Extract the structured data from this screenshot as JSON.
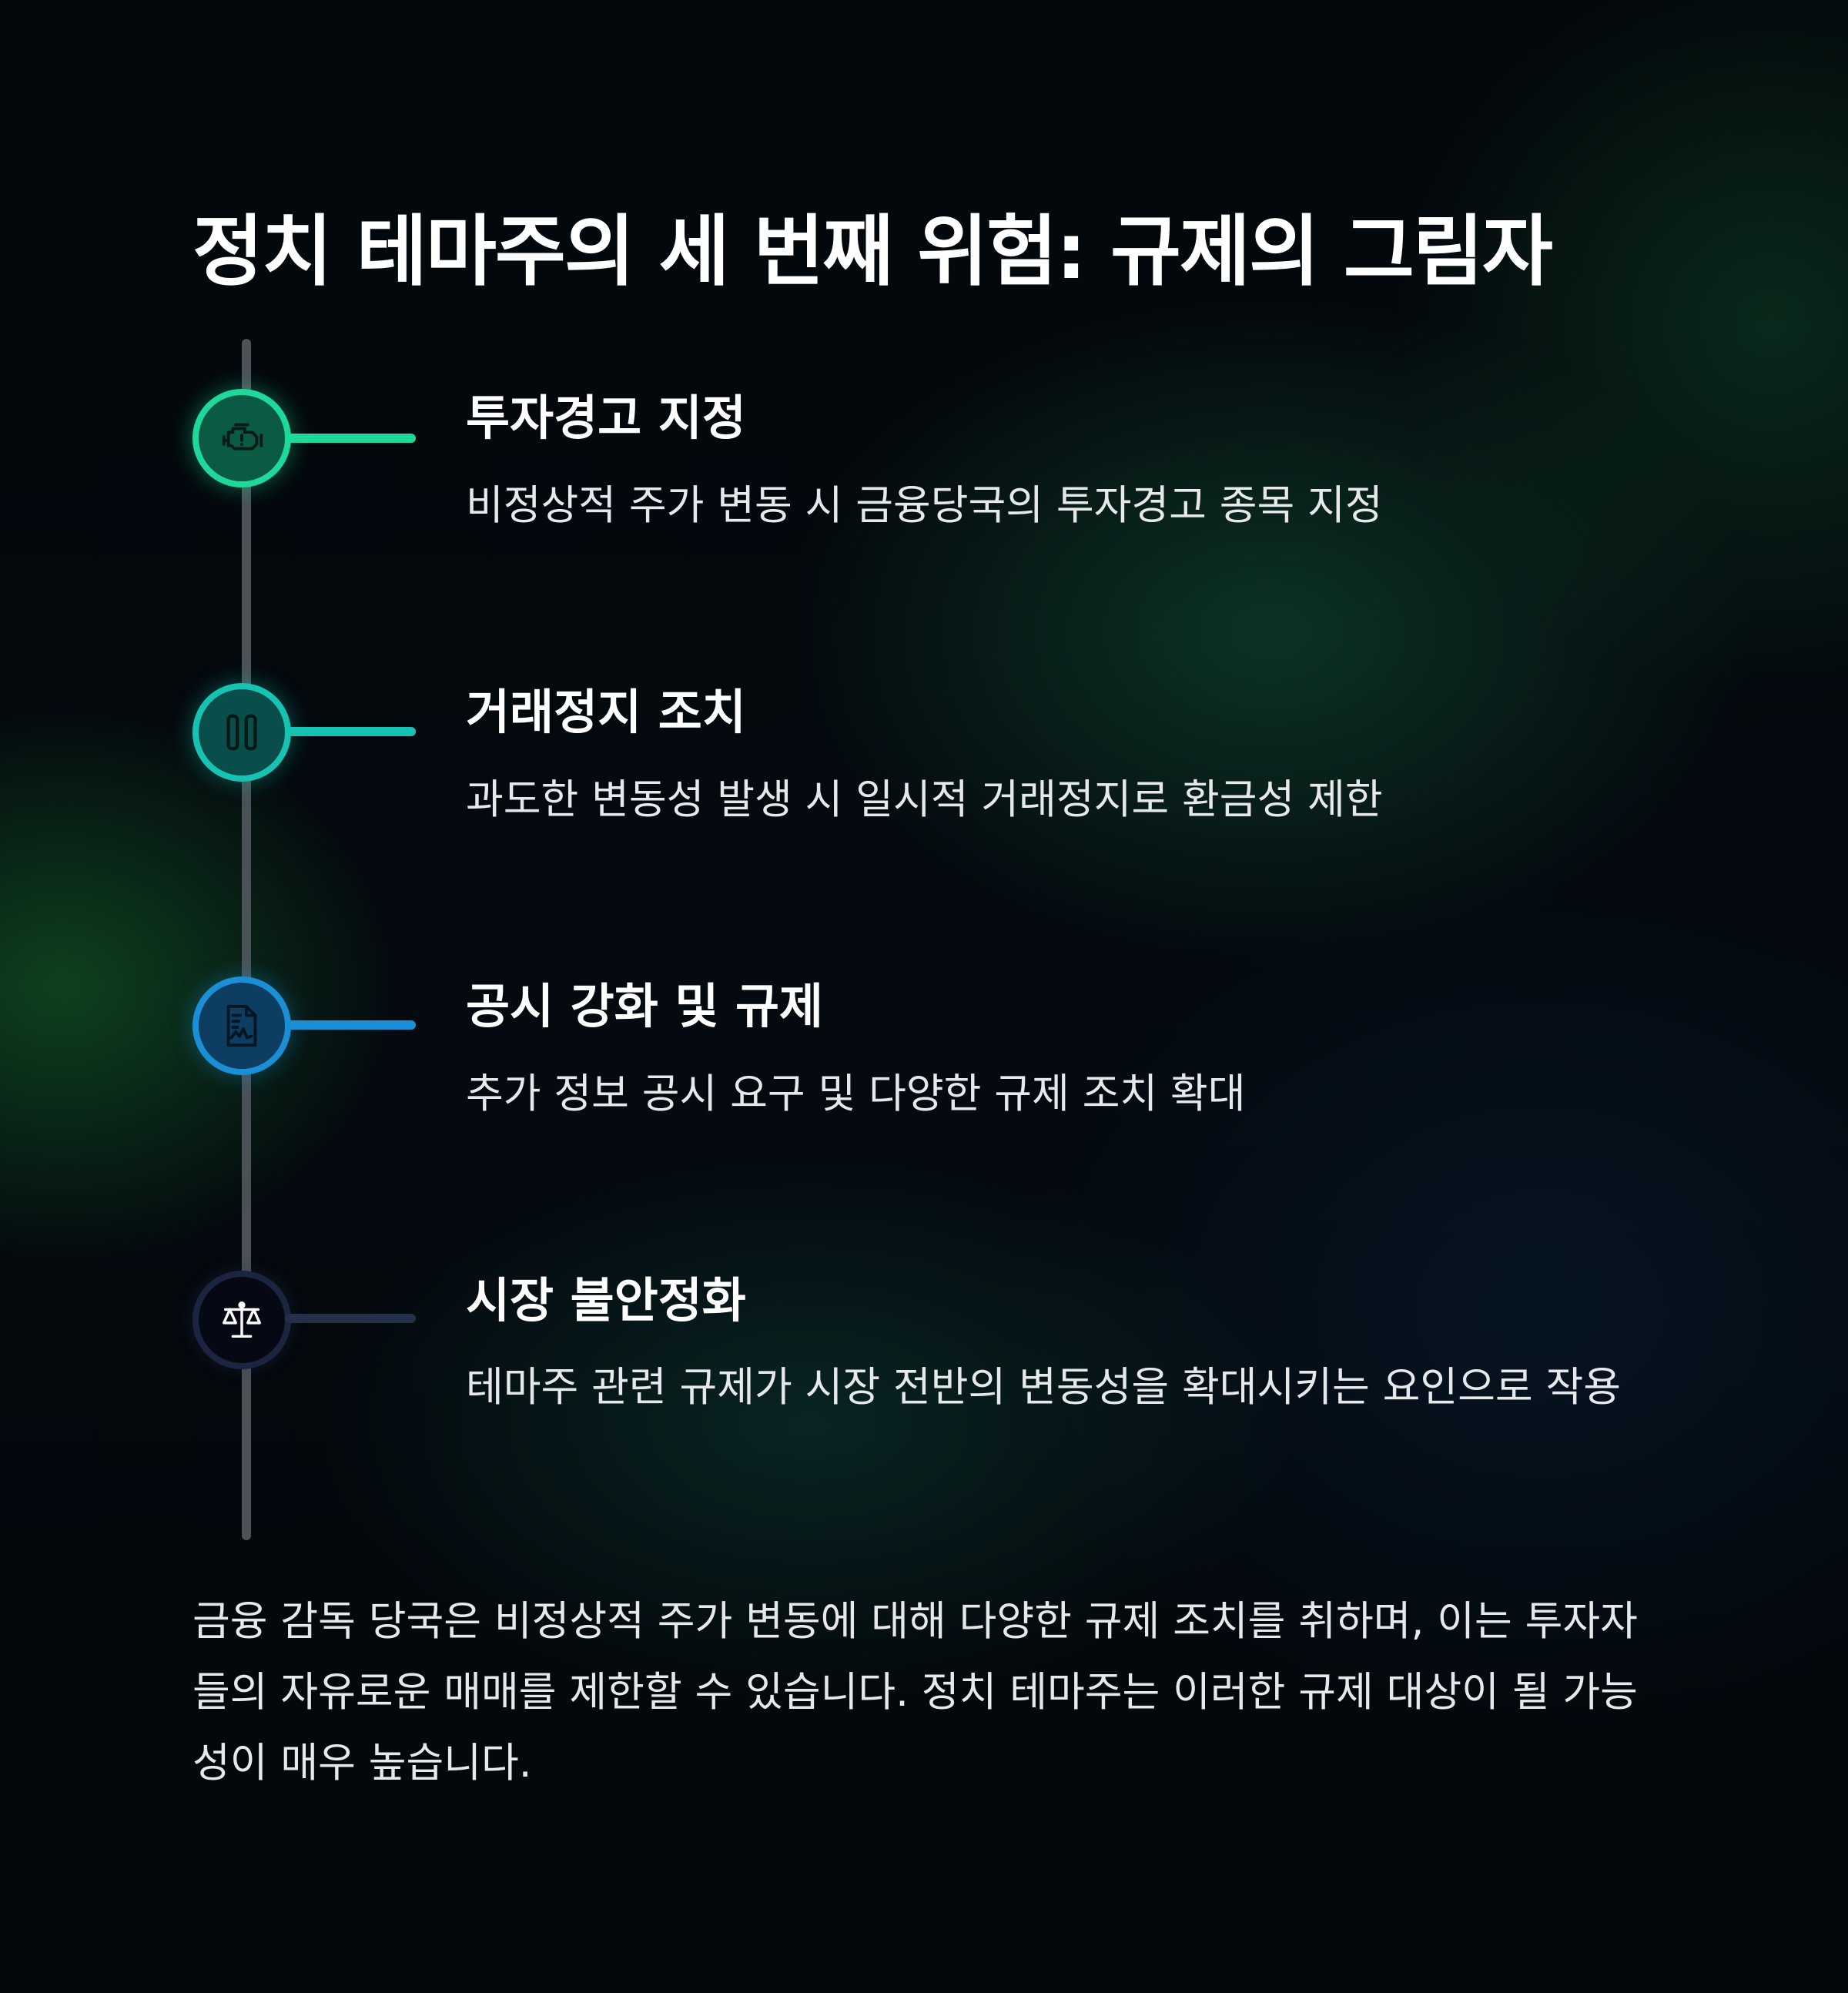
{
  "title": "정치 테마주의 세 번째 위험: 규제의 그림자",
  "timeline": {
    "items": [
      {
        "icon": "engine-warning-icon",
        "color": "#1ed99a",
        "title": "투자경고 지정",
        "description": "비정상적 주가 변동 시 금융당국의 투자경고 종목 지정"
      },
      {
        "icon": "pause-icon",
        "color": "#16c3b2",
        "title": "거래정지 조치",
        "description": "과도한 변동성 발생 시 일시적 거래정지로 환금성 제한"
      },
      {
        "icon": "document-chart-icon",
        "color": "#1b8fd6",
        "title": "공시 강화 및 규제",
        "description": "추가 정보 공시 요구 및 다양한 규제 조치 확대"
      },
      {
        "icon": "scales-icon",
        "color": "#1b2540",
        "title": "시장 불안정화",
        "description": "테마주 관련 규제가 시장 전반의 변동성을 확대시키는 요인으로 작용"
      }
    ]
  },
  "summary": "금융 감독 당국은 비정상적 주가 변동에 대해 다양한 규제 조치를 취하며, 이는 투자자들의 자유로운 매매를 제한할 수 있습니다. 정치 테마주는 이러한 규제 대상이 될 가능성이 매우 높습니다."
}
